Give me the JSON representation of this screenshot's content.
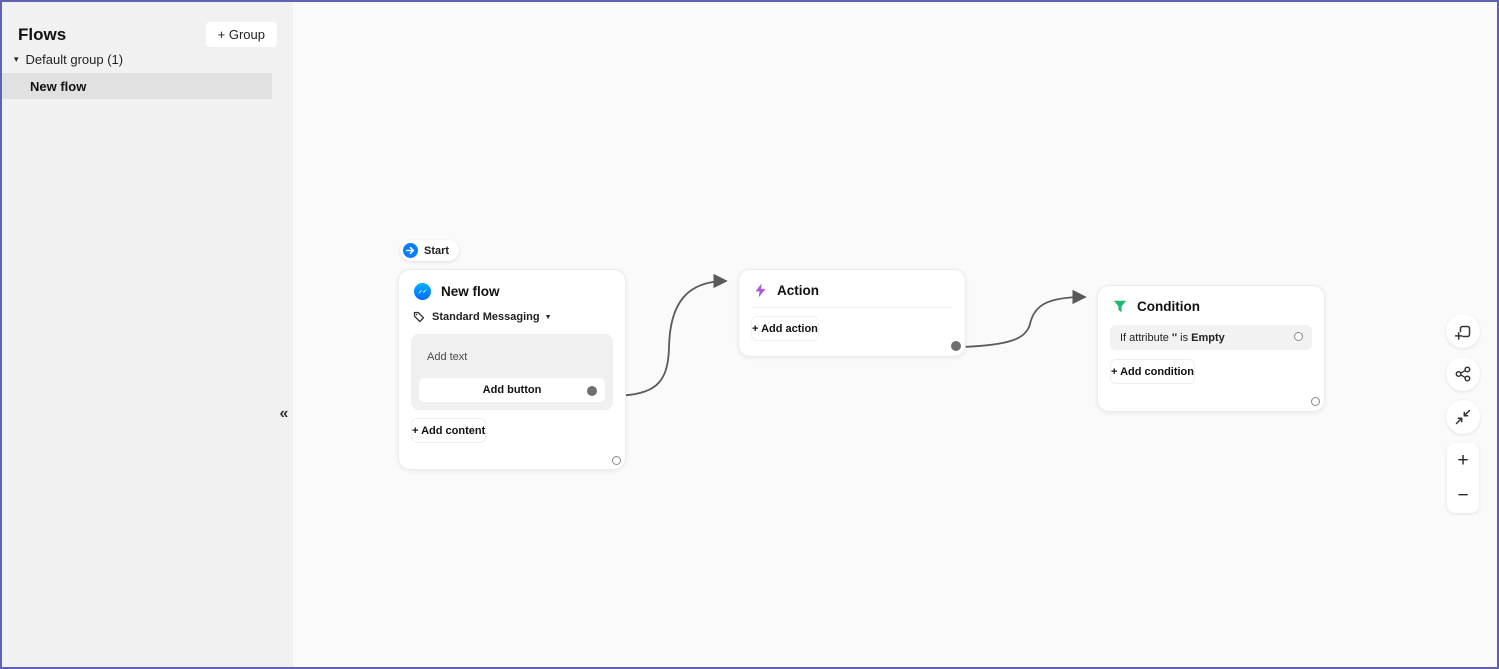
{
  "colors": {
    "window_border": "#6163b2",
    "sidebar_bg": "#f1f1f1",
    "canvas_bg": "#fafafa",
    "selected_row_bg": "#e1e1e1",
    "messenger_blue": "#0084ff",
    "start_blue": "#0a7cff",
    "action_purple": "#b055e5",
    "condition_green": "#1fba71",
    "edge_color": "#5a5a5a"
  },
  "sidebar": {
    "title": "Flows",
    "group_button_label": "+ Group",
    "group_caret": "▾",
    "group_label": "Default group (1)",
    "flow_item_label": "New flow",
    "collapse_glyph": "«"
  },
  "canvas": {
    "start_label": "Start",
    "new_flow": {
      "title": "New flow",
      "messaging_label": "Standard Messaging",
      "messaging_caret": "▼",
      "add_text_label": "Add text",
      "add_button_label": "Add button",
      "add_content_label": "+ Add content"
    },
    "action": {
      "title": "Action",
      "add_action_label": "+ Add action"
    },
    "condition": {
      "title": "Condition",
      "rule_prefix": "If attribute",
      "rule_attr": "''",
      "rule_operator": "is",
      "rule_value": "Empty",
      "add_condition_label": "+ Add condition"
    }
  },
  "toolbar": {
    "icons": [
      "add-block-icon",
      "share-icon",
      "fit-screen-icon"
    ],
    "zoom_in_glyph": "+",
    "zoom_out_glyph": "−"
  }
}
